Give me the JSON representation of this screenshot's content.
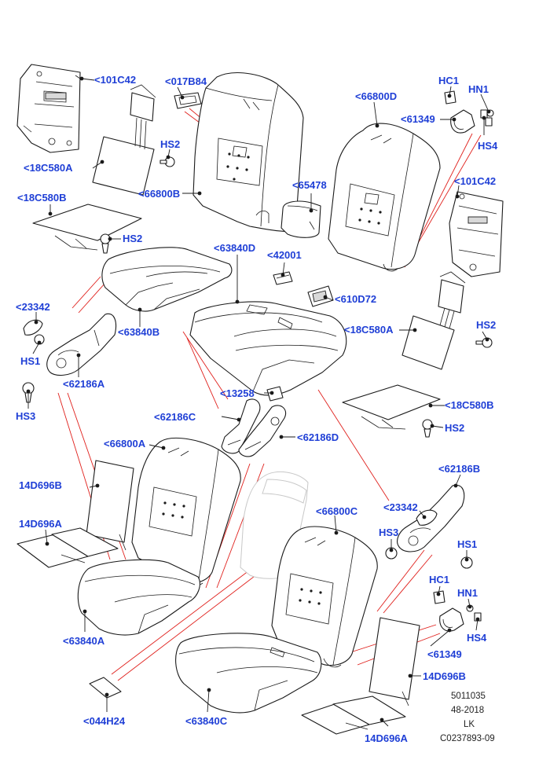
{
  "callouts": {
    "c101C42_top": "<101C42",
    "c017B84": "<017B84",
    "cHC1_top": "HC1",
    "cHN1_top": "HN1",
    "c66800D": "<66800D",
    "c61349_top": "<61349",
    "cHS4_top": "HS4",
    "cHS2_a": "HS2",
    "c18C580A_left": "<18C580A",
    "c66800B": "<66800B",
    "c65478": "<65478",
    "c101C42_right": "<101C42",
    "c18C580B_left": "<18C580B",
    "cHS2_b": "HS2",
    "c63840D": "<63840D",
    "c42001": "<42001",
    "c610D72": "<610D72",
    "c23342_left": "<23342",
    "c63840B": "<63840B",
    "c18C580A_right": "<18C580A",
    "cHS2_c": "HS2",
    "cHS1_left": "HS1",
    "c62186A": "<62186A",
    "c13258": "<13258",
    "cHS3_left": "HS3",
    "c62186C": "<62186C",
    "c18C580B_right": "<18C580B",
    "cHS2_d": "HS2",
    "c62186D": "<62186D",
    "c66800A": "<66800A",
    "c62186B": "<62186B",
    "c14D696B_left": "14D696B",
    "c23342_right": "<23342",
    "c66800C": "<66800C",
    "c14D696A_left": "14D696A",
    "cHS3_right": "HS3",
    "cHS1_right": "HS1",
    "cHC1_bottom": "HC1",
    "cHN1_bottom": "HN1",
    "cHS4_bottom": "HS4",
    "c63840A": "<63840A",
    "c61349_bottom": "<61349",
    "c14D696B_right": "14D696B",
    "c044H24": "<044H24",
    "c63840C": "<63840C",
    "c14D696A_right": "14D696A"
  },
  "info_block": {
    "line1": "5011035",
    "line2": "48-2018",
    "line3": "LK",
    "line4": "C0237893-09"
  },
  "colors": {
    "callout": "#1f3fd6",
    "reference_line": "#e0201c",
    "part_outline": "#1a1a1a"
  }
}
